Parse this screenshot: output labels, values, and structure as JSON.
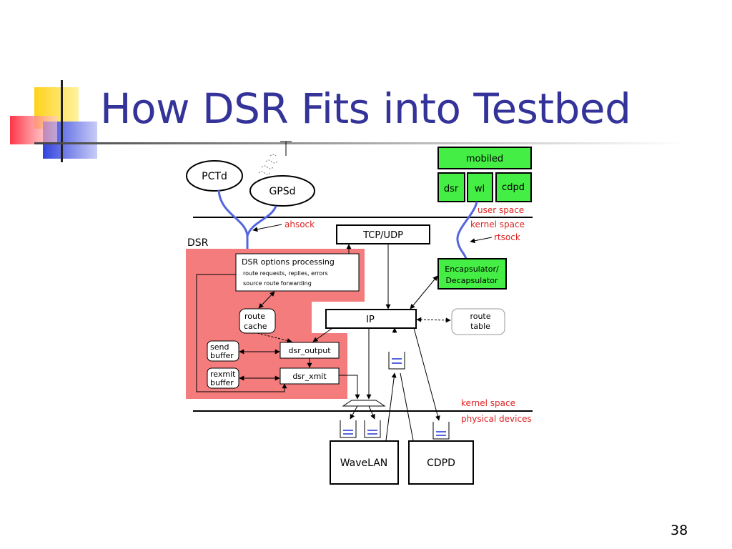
{
  "slide": {
    "title": "How DSR Fits into Testbed",
    "number": "38"
  },
  "diagram": {
    "daemons": {
      "pctd": "PCTd",
      "gpsd": "GPSd"
    },
    "mobiled": {
      "title": "mobiled",
      "dsr": "dsr",
      "wl": "wl",
      "cdpd": "cdpd"
    },
    "labels": {
      "user_space": "user space",
      "kernel_space_top": "kernel space",
      "rtsock": "rtsock",
      "ahsock": "ahsock",
      "dsr": "DSR",
      "kernel_space_bottom": "kernel space",
      "physical_devices": "physical devices"
    },
    "tcp_udp": "TCP/UDP",
    "encapsulator": {
      "line1": "Encapsulator/",
      "line2": "Decapsulator"
    },
    "options": {
      "title": "DSR options processing",
      "line1": "route requests, replies, errors",
      "line2": "source route forwarding"
    },
    "route_cache": {
      "line1": "route",
      "line2": "cache"
    },
    "ip": "IP",
    "route_table": {
      "line1": "route",
      "line2": "table"
    },
    "send_buffer": {
      "line1": "send",
      "line2": "buffer"
    },
    "rexmit_buffer": {
      "line1": "rexmit",
      "line2": "buffer"
    },
    "dsr_output": "dsr_output",
    "dsr_xmit": "dsr_xmit",
    "devices": {
      "wavelan": "WaveLAN",
      "cdpd": "CDPD"
    }
  },
  "colors": {
    "title": "#333399",
    "dsr_region": "#f47c7c",
    "green_box": "#44ee44",
    "red_label": "#dd2222",
    "socket_line": "#5566dd"
  }
}
